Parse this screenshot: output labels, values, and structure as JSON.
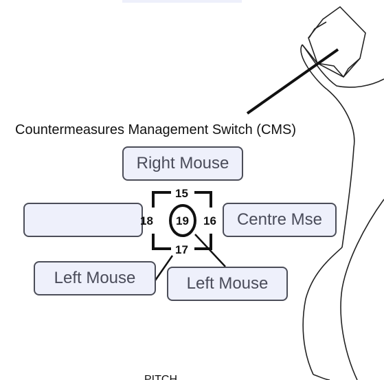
{
  "caption": "Countermeasures Management Switch (CMS)",
  "buttons": {
    "right_mouse": "Right Mouse",
    "centre_mouse": "Centre Mse",
    "left_mouse_1": "Left Mouse",
    "left_mouse_2": "Left Mouse",
    "empty_slot": ""
  },
  "switch_numbers": {
    "up": "15",
    "right": "16",
    "down": "17",
    "left": "18",
    "center": "19"
  },
  "partial_bottom_text": "PITCH",
  "colors": {
    "button_fill": "#eef0fb",
    "button_border": "#4b4d58",
    "button_text": "#4a4c5a",
    "line": "#111111"
  }
}
